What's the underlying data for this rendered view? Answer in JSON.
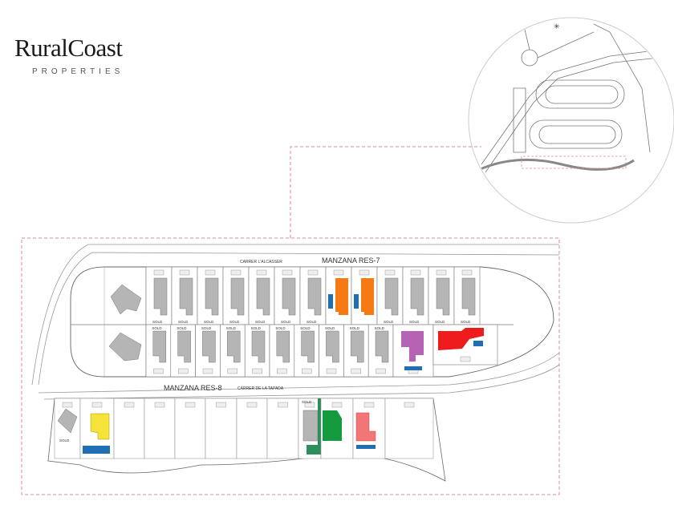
{
  "logo": {
    "title": "RuralCoast",
    "subtitle": "PROPERTIES"
  },
  "plan": {
    "street_top": "CARRER L'ALCASSER",
    "street_bottom": "CARRER DE LA TAPADA",
    "block_res7": "MANZANA RES-7",
    "block_res8": "MANZANA RES-8",
    "sold_label": "SOLD",
    "colors": {
      "orange": "#f57a14",
      "blue": "#1f6fb5",
      "purple": "#b763b5",
      "red": "#ee1c1c",
      "yellow": "#f5e23a",
      "green": "#169a3f",
      "dark_green": "#2e8f5d",
      "pink": "#f27676",
      "sold_grey": "#b5b5b5",
      "frame": "#e08a8a"
    },
    "res7_top_row": [
      "sold",
      "sold",
      "sold",
      "sold",
      "sold",
      "sold",
      "sold",
      "orange",
      "orange",
      "sold",
      "sold",
      "sold",
      "sold"
    ],
    "res7_bottom_row": [
      "sold",
      "sold",
      "sold",
      "sold",
      "sold",
      "sold",
      "sold",
      "sold",
      "sold",
      "sold",
      "purple",
      "red"
    ],
    "res8_row": [
      "sold-grey",
      "yellow",
      "empty",
      "empty",
      "empty",
      "empty",
      "empty",
      "empty",
      "grey-green",
      "green",
      "pink",
      "empty"
    ]
  }
}
